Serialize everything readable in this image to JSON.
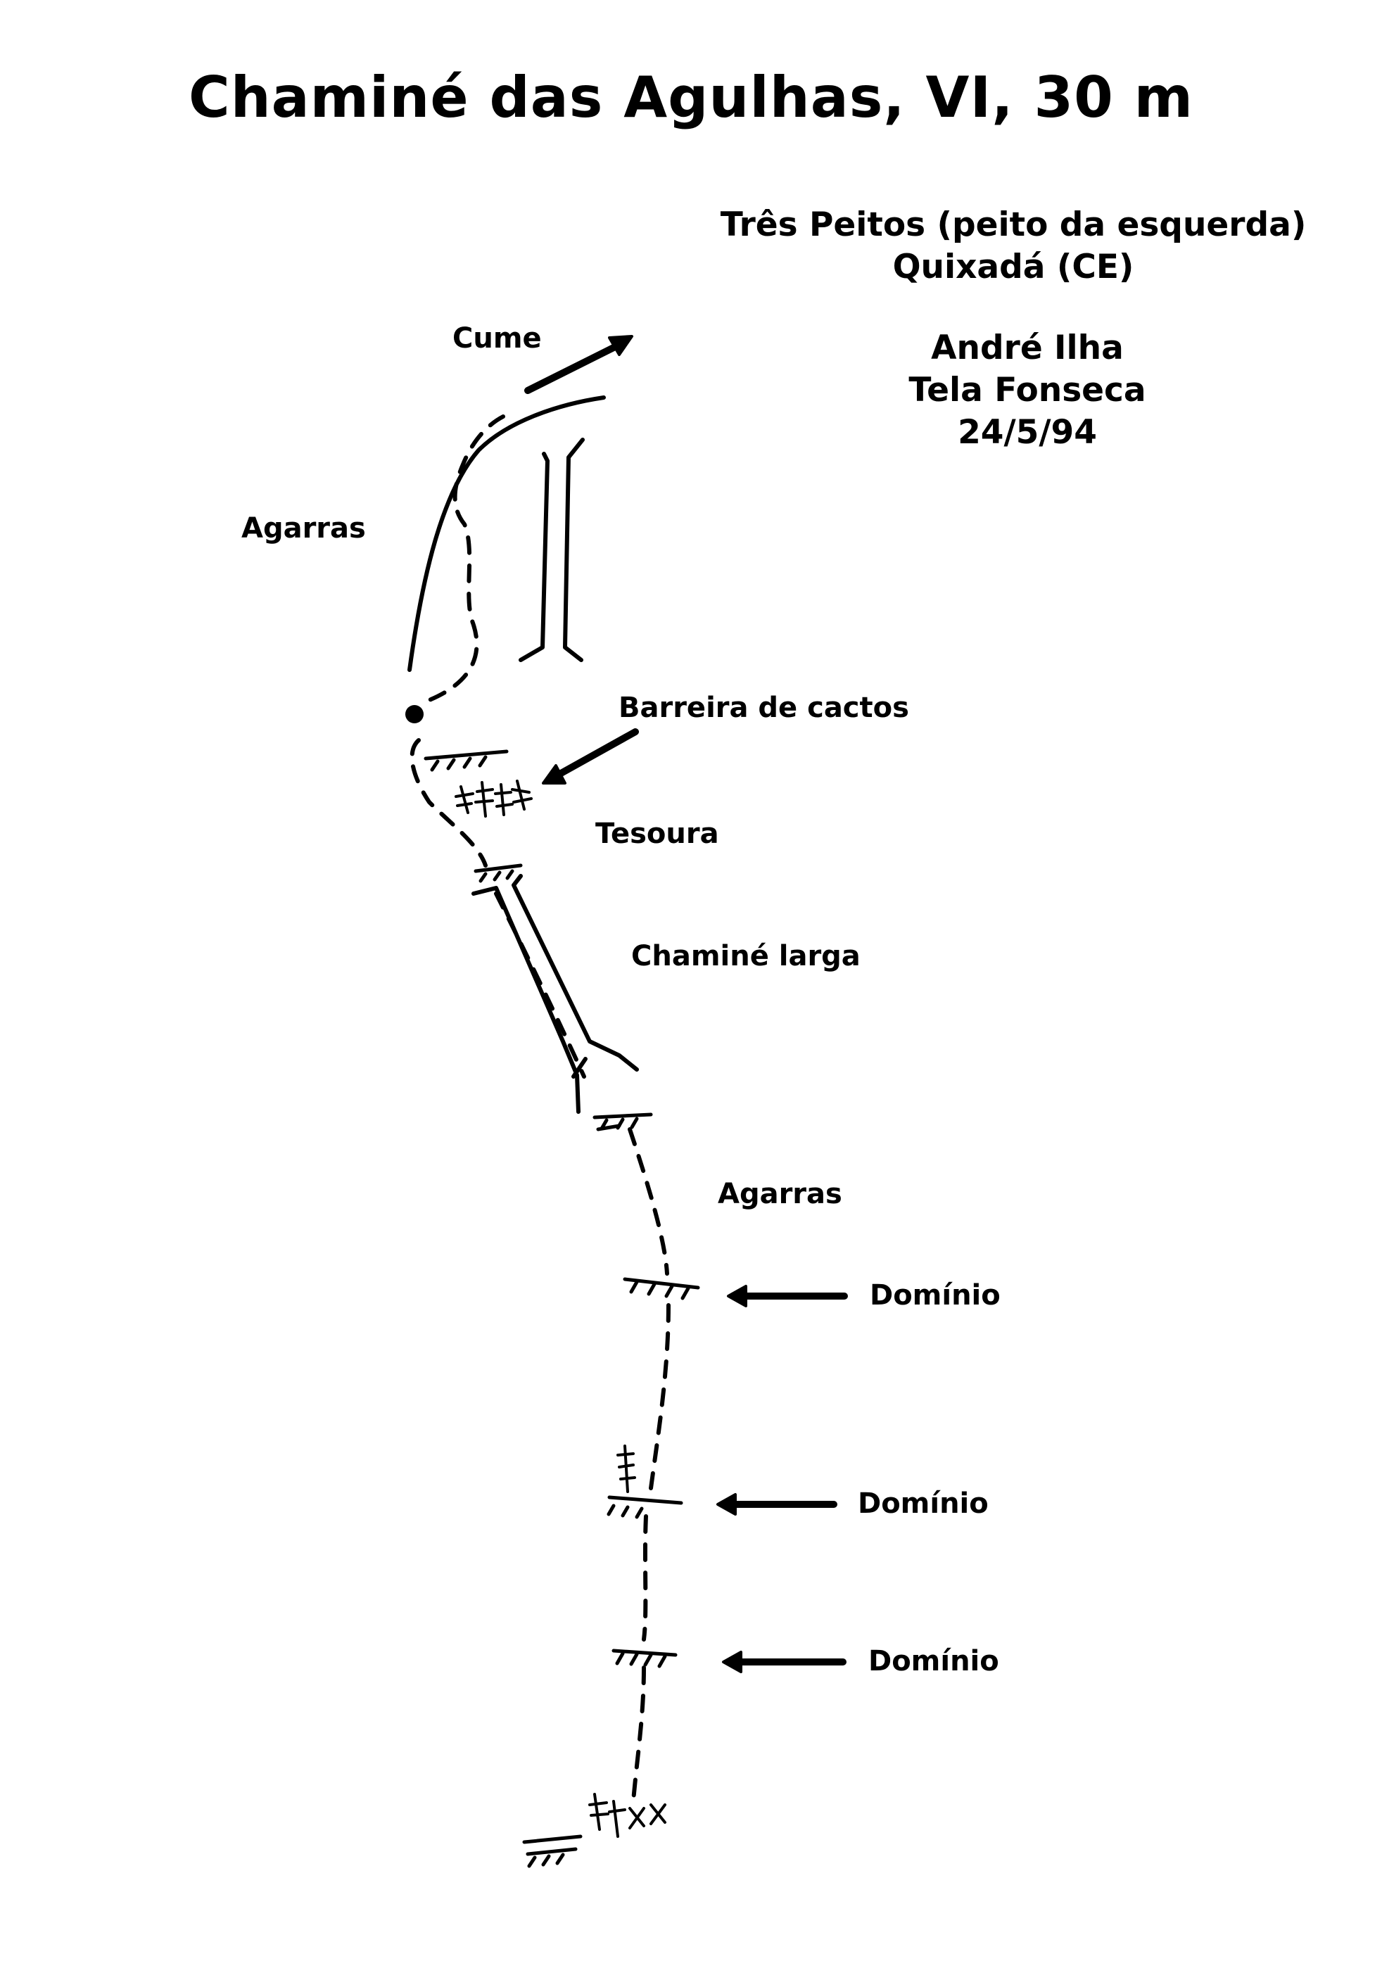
{
  "title": "Chaminé das Agulhas, VI, 30 m",
  "location": {
    "line1": "Três Peitos (peito da esquerda)",
    "line2": "Quixadá (CE)"
  },
  "authors": {
    "line1": "André Ilha",
    "line2": "Tela Fonseca",
    "date": "24/5/94"
  },
  "labels": {
    "cume": "Cume",
    "agarras_top": "Agarras",
    "barreira": "Barreira de cactos",
    "tesoura": "Tesoura",
    "chamine_larga": "Chaminé larga",
    "agarras_mid": "Agarras",
    "dominio_1": "Domínio",
    "dominio_2": "Domínio",
    "dominio_3": "Domínio"
  }
}
